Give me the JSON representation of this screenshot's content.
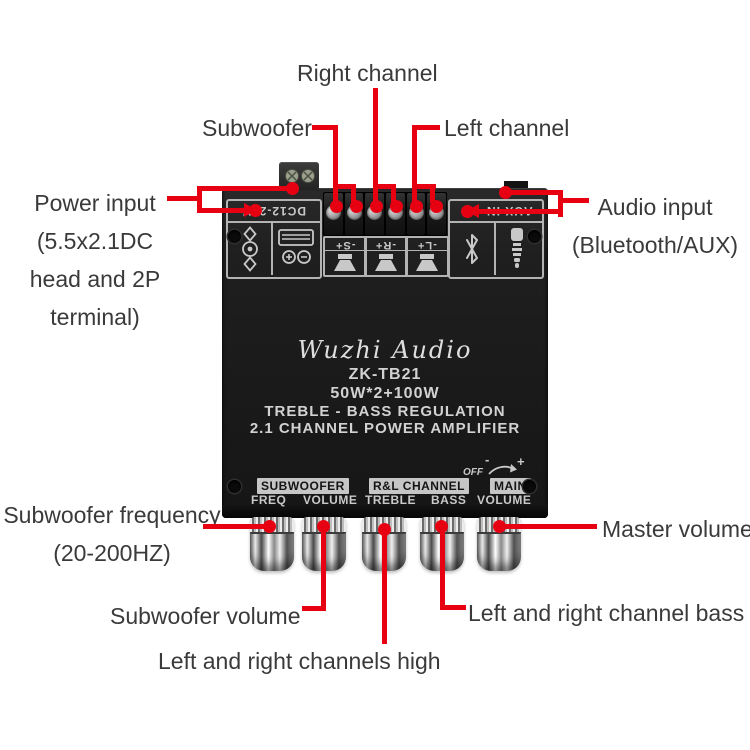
{
  "callouts": {
    "right_channel": "Right channel",
    "subwoofer": "Subwoofer",
    "left_channel": "Left channel",
    "power_input": [
      "Power input",
      "(5.5x2.1DC",
      "head and 2P",
      "terminal)"
    ],
    "audio_input": [
      "Audio input",
      "(Bluetooth/AUX)"
    ],
    "subwoofer_frequency": [
      "Subwoofer frequency",
      "(20-200HZ)"
    ],
    "subwoofer_volume": "Subwoofer volume",
    "master_volume": "Master volume",
    "left_right_channel_bass": "Left and right channel bass",
    "left_right_channels_high": "Left and right channels high"
  },
  "board": {
    "brand": "Wuzhi Audio",
    "model": "ZK-TB21",
    "power_rating": "50W*2+100W",
    "subtitle1": "TREBLE - BASS REGULATION",
    "subtitle2": "2.1 CHANNEL POWER AMPLIFIER",
    "dc_input_label": "DC12-24V",
    "aux_input_label": "AUX IN",
    "speaker_terminals": [
      "-S+",
      "-R+",
      "-L+"
    ],
    "panel": {
      "subwoofer_group": "SUBWOOFER",
      "freq": "FREQ",
      "subwoofer_volume": "VOLUME",
      "rl_group": "R&L CHANNEL",
      "treble": "TREBLE",
      "bass": "BASS",
      "main_group": "MAIN",
      "main_volume": "VOLUME",
      "off": "OFF",
      "min": "-",
      "max": "+"
    }
  },
  "colors": {
    "accent_red": "#e60012",
    "board_black": "#1d1d1d",
    "silkscreen_gray": "#c8c8c8",
    "label_text": "#3a3a3a"
  }
}
